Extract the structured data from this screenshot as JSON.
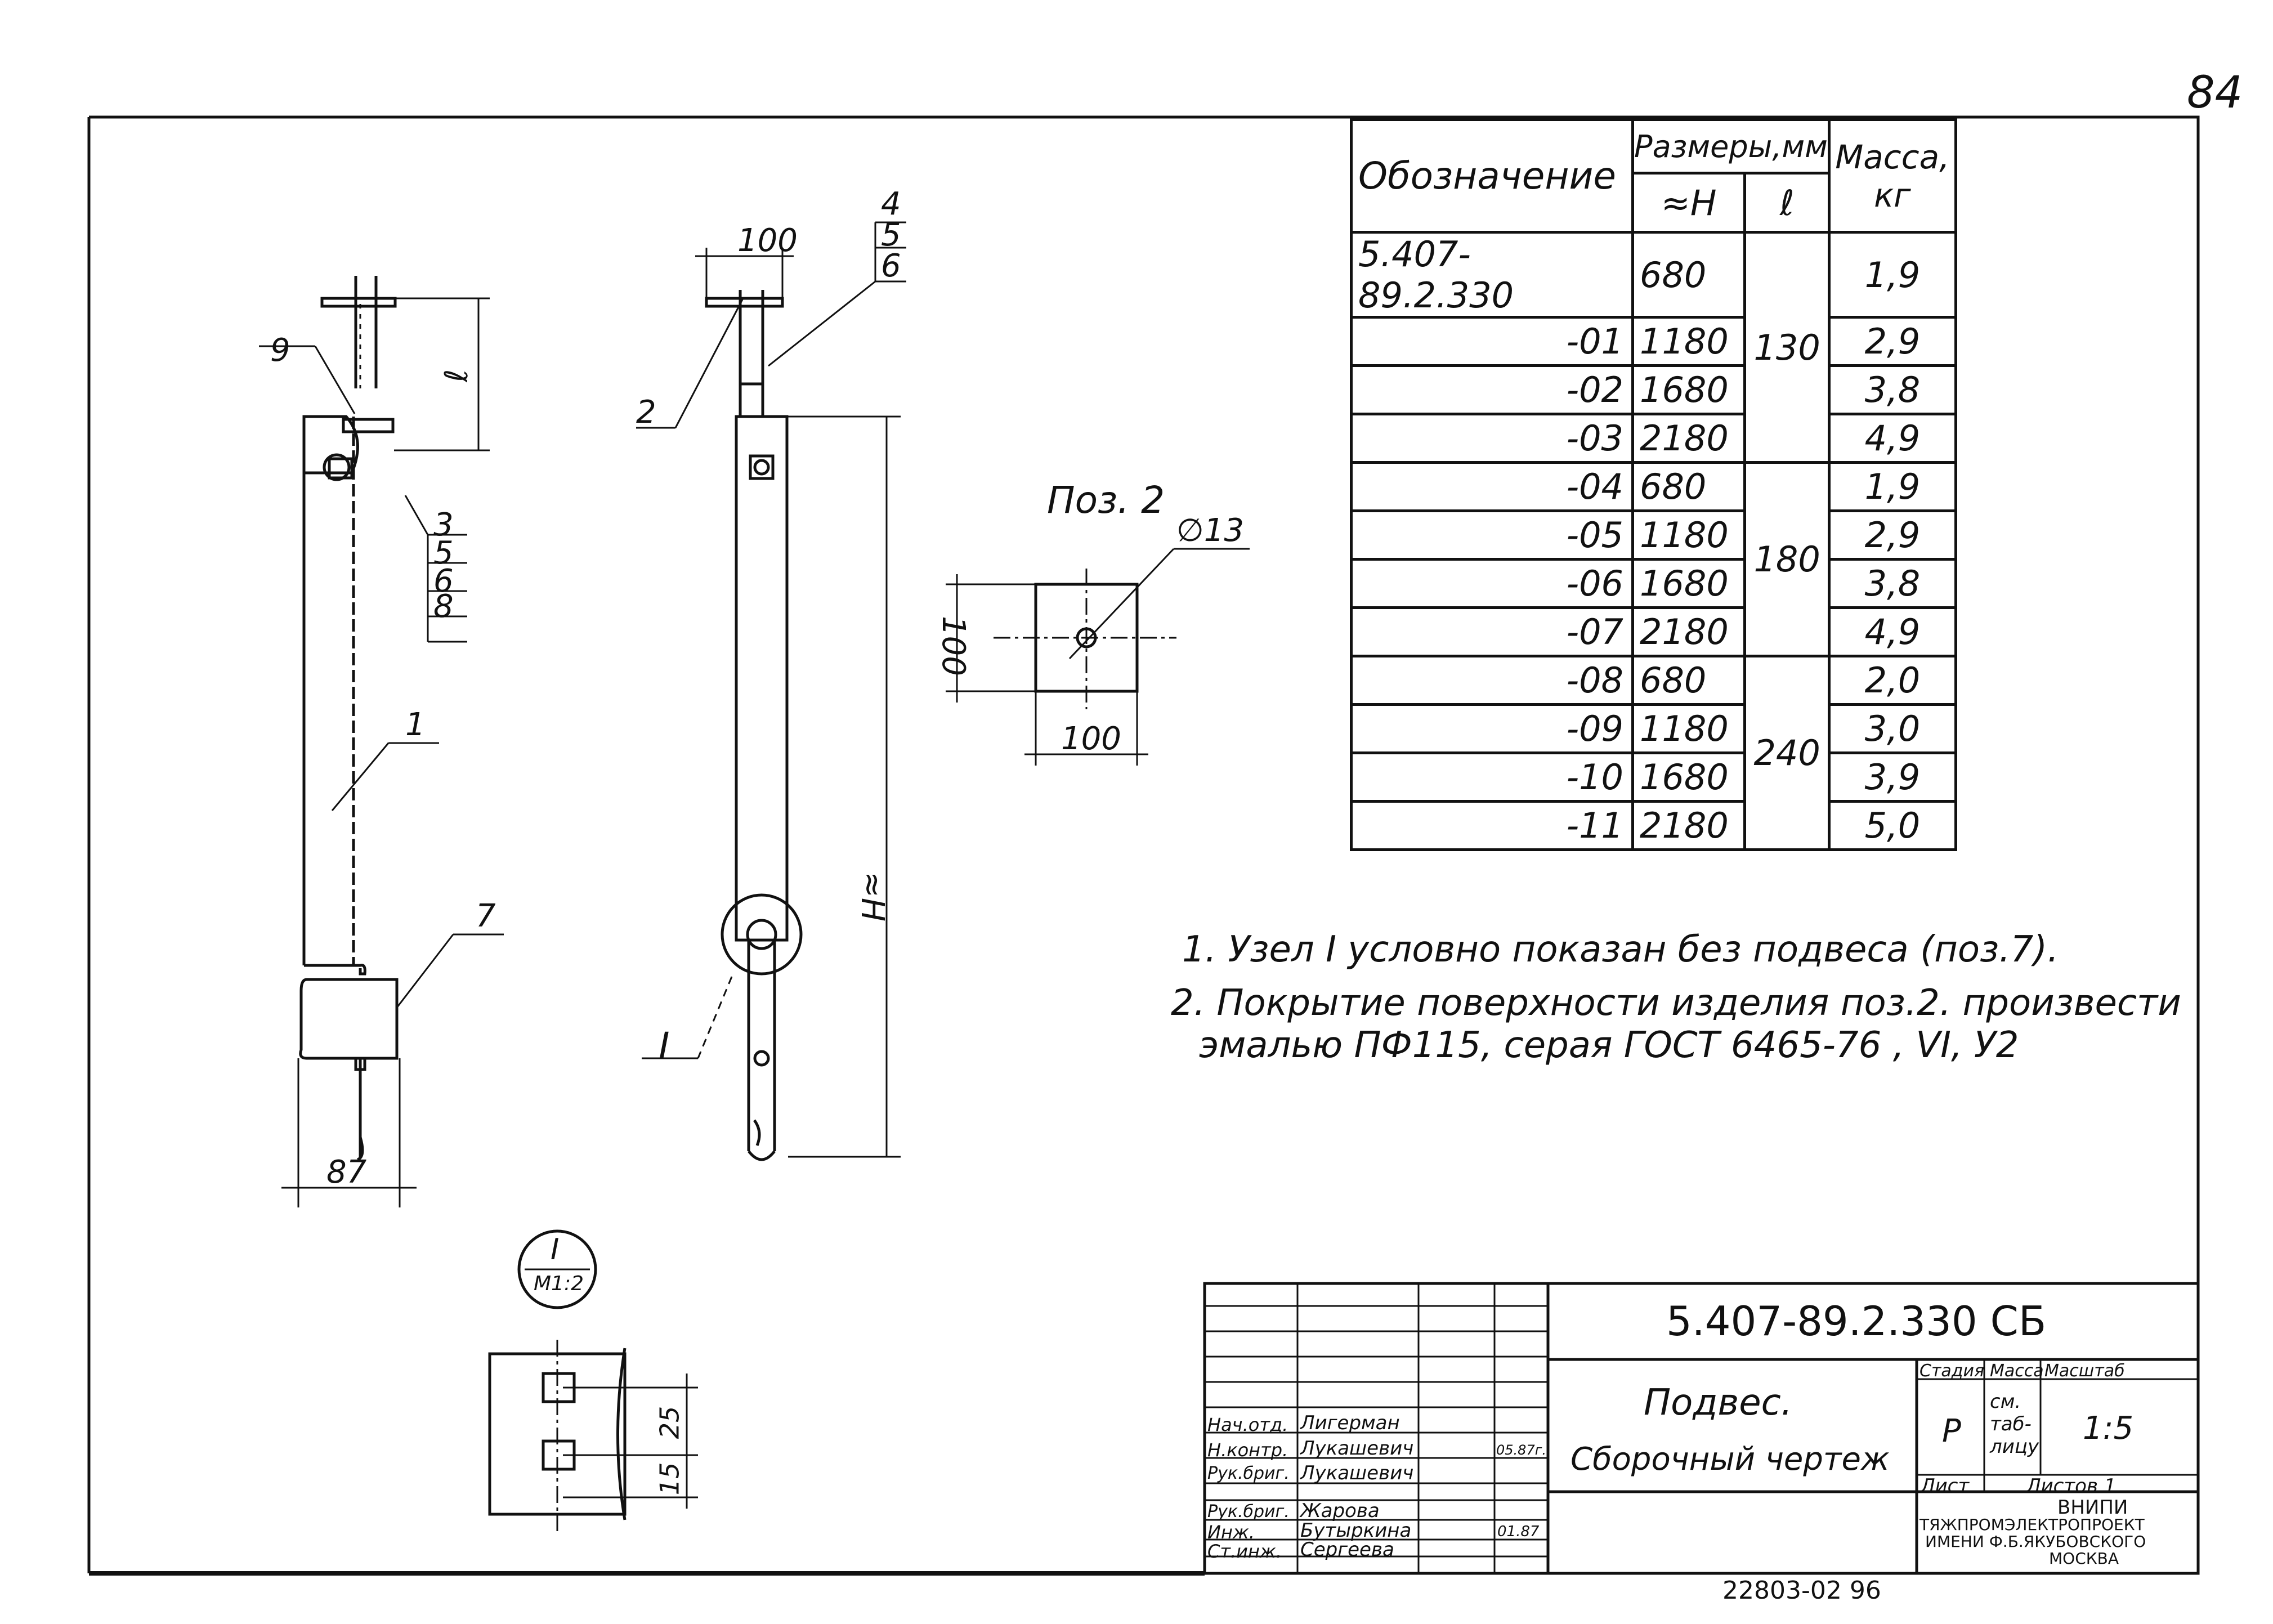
{
  "page_number": "84",
  "bottom_code": "22803-02 96",
  "spec_table": {
    "header_designation": "Обозначение",
    "header_sizes": "Размеры,мм",
    "header_h": "≈H",
    "header_l": "ℓ",
    "header_mass": "Масса, кг",
    "rows": [
      {
        "designation": "5.407-89.2.330",
        "h": "680",
        "mass": "1,9"
      },
      {
        "designation": "-01",
        "h": "1180",
        "mass": "2,9"
      },
      {
        "designation": "-02",
        "h": "1680",
        "mass": "3,8"
      },
      {
        "designation": "-03",
        "h": "2180",
        "mass": "4,9"
      },
      {
        "designation": "-04",
        "h": "680",
        "mass": "1,9"
      },
      {
        "designation": "-05",
        "h": "1180",
        "mass": "2,9"
      },
      {
        "designation": "-06",
        "h": "1680",
        "mass": "3,8"
      },
      {
        "designation": "-07",
        "h": "2180",
        "mass": "4,9"
      },
      {
        "designation": "-08",
        "h": "680",
        "mass": "2,0"
      },
      {
        "designation": "-09",
        "h": "1180",
        "mass": "3,0"
      },
      {
        "designation": "-10",
        "h": "1680",
        "mass": "3,9"
      },
      {
        "designation": "-11",
        "h": "2180",
        "mass": "5,0"
      }
    ],
    "l_groups": [
      "130",
      "180",
      "240"
    ]
  },
  "notes": [
    "1. Узел I условно показан без подвеса (поз.7).",
    "2. Покрытие поверхности изделия поз.2. произвести",
    "эмалью ПФ115, серая ГОСТ 6465-76 , VI, У2"
  ],
  "drawing_labels": {
    "pos2_title": "Поз. 2",
    "dim_100": "100",
    "dim_87": "87",
    "dim_l": "ℓ",
    "dim_h": "≈H",
    "dia_13": "∅13",
    "node_label": "I",
    "node_scale": "M1:2",
    "dim_25": "25",
    "dim_15": "15",
    "pos_numbers": [
      "1",
      "2",
      "3",
      "4",
      "5",
      "6",
      "7",
      "8",
      "9"
    ]
  },
  "title_block": {
    "doc_code": "5.407-89.2.330 СБ",
    "name_line1": "Подвес.",
    "name_line2": "Сборочный чертеж",
    "stage_header": "Стадия",
    "mass_header": "Масса",
    "scale_header": "Масштаб",
    "stage": "Р",
    "mass": "см. таб- лицу",
    "scale": "1:5",
    "sheet_label": "Лист",
    "sheets_label": "Листов 1",
    "org_line1": "ВНИПИ",
    "org_line2": "ТЯЖПРОМЭЛЕКТРОПРОЕКТ",
    "org_line3": "ИМЕНИ Ф.Б.ЯКУБОВСКОГО",
    "org_line4": "МОСКВА",
    "staff": [
      {
        "role": "Нач.отд.",
        "name": "Лигерман",
        "date": ""
      },
      {
        "role": "Н.контр.",
        "name": "Лукашевич",
        "date": "05.87г."
      },
      {
        "role": "Рук.бриг.",
        "name": "Лукашевич",
        "date": ""
      },
      {
        "role": "Рук.бриг.",
        "name": "Жарова",
        "date": ""
      },
      {
        "role": "Инж.",
        "name": "Бутыркина",
        "date": "01.87"
      },
      {
        "role": "Ст.инж.",
        "name": "Сергеева",
        "date": ""
      }
    ]
  }
}
